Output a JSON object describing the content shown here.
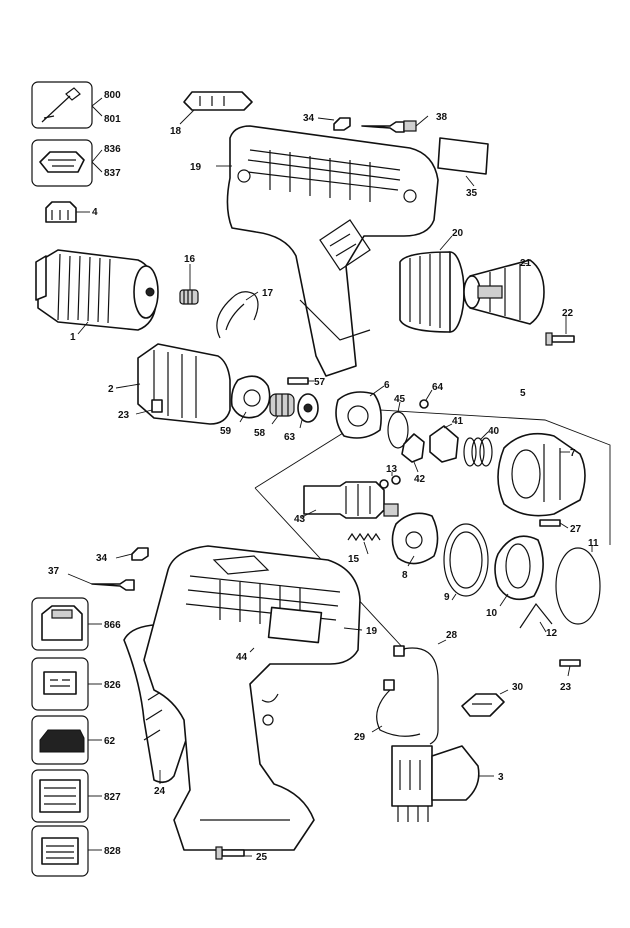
{
  "labels": {
    "l800": "800",
    "l801": "801",
    "l836": "836",
    "l837": "837",
    "l4": "4",
    "l18": "18",
    "l34a": "34",
    "l38": "38",
    "l19a": "19",
    "l35": "35",
    "l16": "16",
    "l17": "17",
    "l1": "1",
    "l20": "20",
    "l21": "21",
    "l22": "22",
    "l2": "2",
    "l57": "57",
    "l23a": "23",
    "l59": "59",
    "l58": "58",
    "l63": "63",
    "l6": "6",
    "l64": "64",
    "l45": "45",
    "l5": "5",
    "l41": "41",
    "l40": "40",
    "l7": "7",
    "l13": "13",
    "l42": "42",
    "l43": "43",
    "l27": "27",
    "l15": "15",
    "l8": "8",
    "l9": "9",
    "l10": "10",
    "l11": "11",
    "l12": "12",
    "l34b": "34",
    "l37": "37",
    "l866": "866",
    "l19b": "19",
    "l44": "44",
    "l28": "28",
    "l826": "826",
    "l23b": "23",
    "l30": "30",
    "l62": "62",
    "l29": "29",
    "l3": "3",
    "l827": "827",
    "l24": "24",
    "l828": "828",
    "l25": "25"
  }
}
